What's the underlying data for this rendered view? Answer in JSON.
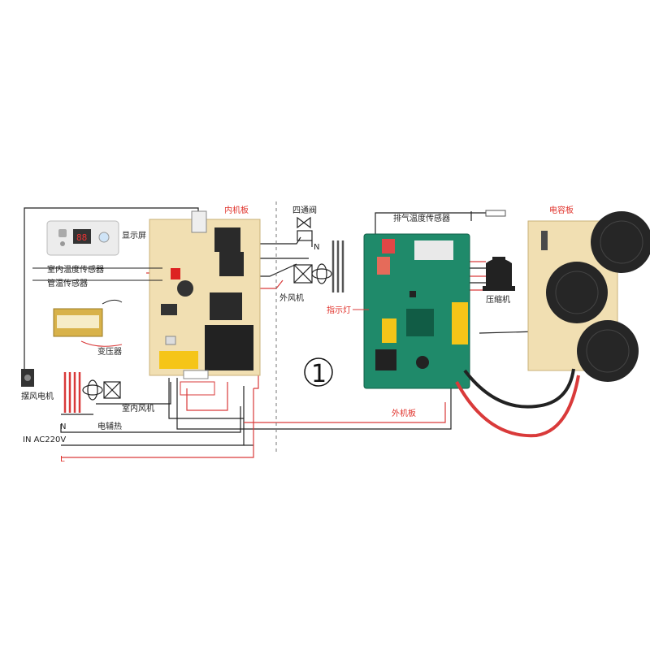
{
  "labels": {
    "indoor_board": "内机板",
    "display": "显示屏",
    "room_temp_sensor": "室内温度传感器",
    "pipe_temp_sensor": "管温传感器",
    "transformer": "变压器",
    "swing_motor": "摆风电机",
    "indoor_fan": "室内风机",
    "electric_heat": "电辅热",
    "n_label": "N",
    "power_in": "IN AC220V",
    "l_label": "L",
    "four_way_valve": "四通阀",
    "valve_n": "N",
    "outdoor_fan": "外风机",
    "indicator": "指示灯",
    "exhaust_sensor": "排气温度传感器",
    "outdoor_board": "外机板",
    "compressor": "压缩机",
    "capacitor_board": "电容板",
    "section_number": "1"
  },
  "colors": {
    "red_label": "#e0312a",
    "pcb_beige": "#f1dfb2",
    "pcb_green": "#1f8a6a",
    "wire_red": "#d93a3a",
    "wire_black": "#222222",
    "capacitor": "#262626"
  }
}
